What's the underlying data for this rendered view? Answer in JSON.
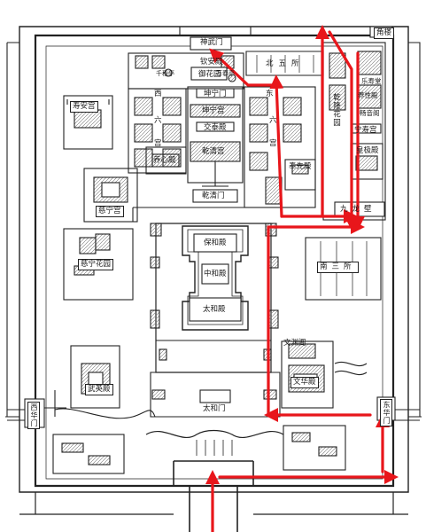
{
  "map": {
    "labels": {
      "shenwumen": "神武门",
      "jiaolou": "角楼",
      "shouangong": "寿安宫",
      "qin_an_dian": "钦安殿",
      "yuhuayuan": "御花园",
      "qianqiuting": "千秋亭",
      "wanchunting": "万春亭",
      "kunningmen": "坤宁门",
      "kunninggong": "坤宁宫",
      "jiaotaidian": "交泰殿",
      "qianqinggong": "乾清宫",
      "yangxindian": "养心殿",
      "qianqingmen": "乾清门",
      "ciningong": "慈宁宫",
      "ciningyuan": "慈宁花园",
      "baohedian": "保和殿",
      "zhonghedian": "中和殿",
      "taihedian": "太和殿",
      "taihemen": "太和门",
      "wuyingdian": "武英殿",
      "wenhuadian": "文华殿",
      "wenyuange": "文渊阁",
      "xihuamen": "西华门",
      "donghuamen": "东华门",
      "beiwusuo": "北五所",
      "nansansuo": "南三所",
      "qianlonghuayuan": "乾隆花园",
      "ningshougong": "宁寿宫",
      "huangjidian": "皇极殿",
      "fengxiandian": "奉先殿",
      "jiulongbi": "九龙壁",
      "changyinge": "畅音阁",
      "leshoutang": "乐寿堂",
      "yangxingdian": "养性殿",
      "liu_1": "六",
      "liu_2": "六",
      "gong_1": "宫",
      "gong_2": "宫",
      "xi": "西",
      "dong": "东"
    },
    "colors": {
      "line": "#222222",
      "route": "#e8161b"
    }
  }
}
